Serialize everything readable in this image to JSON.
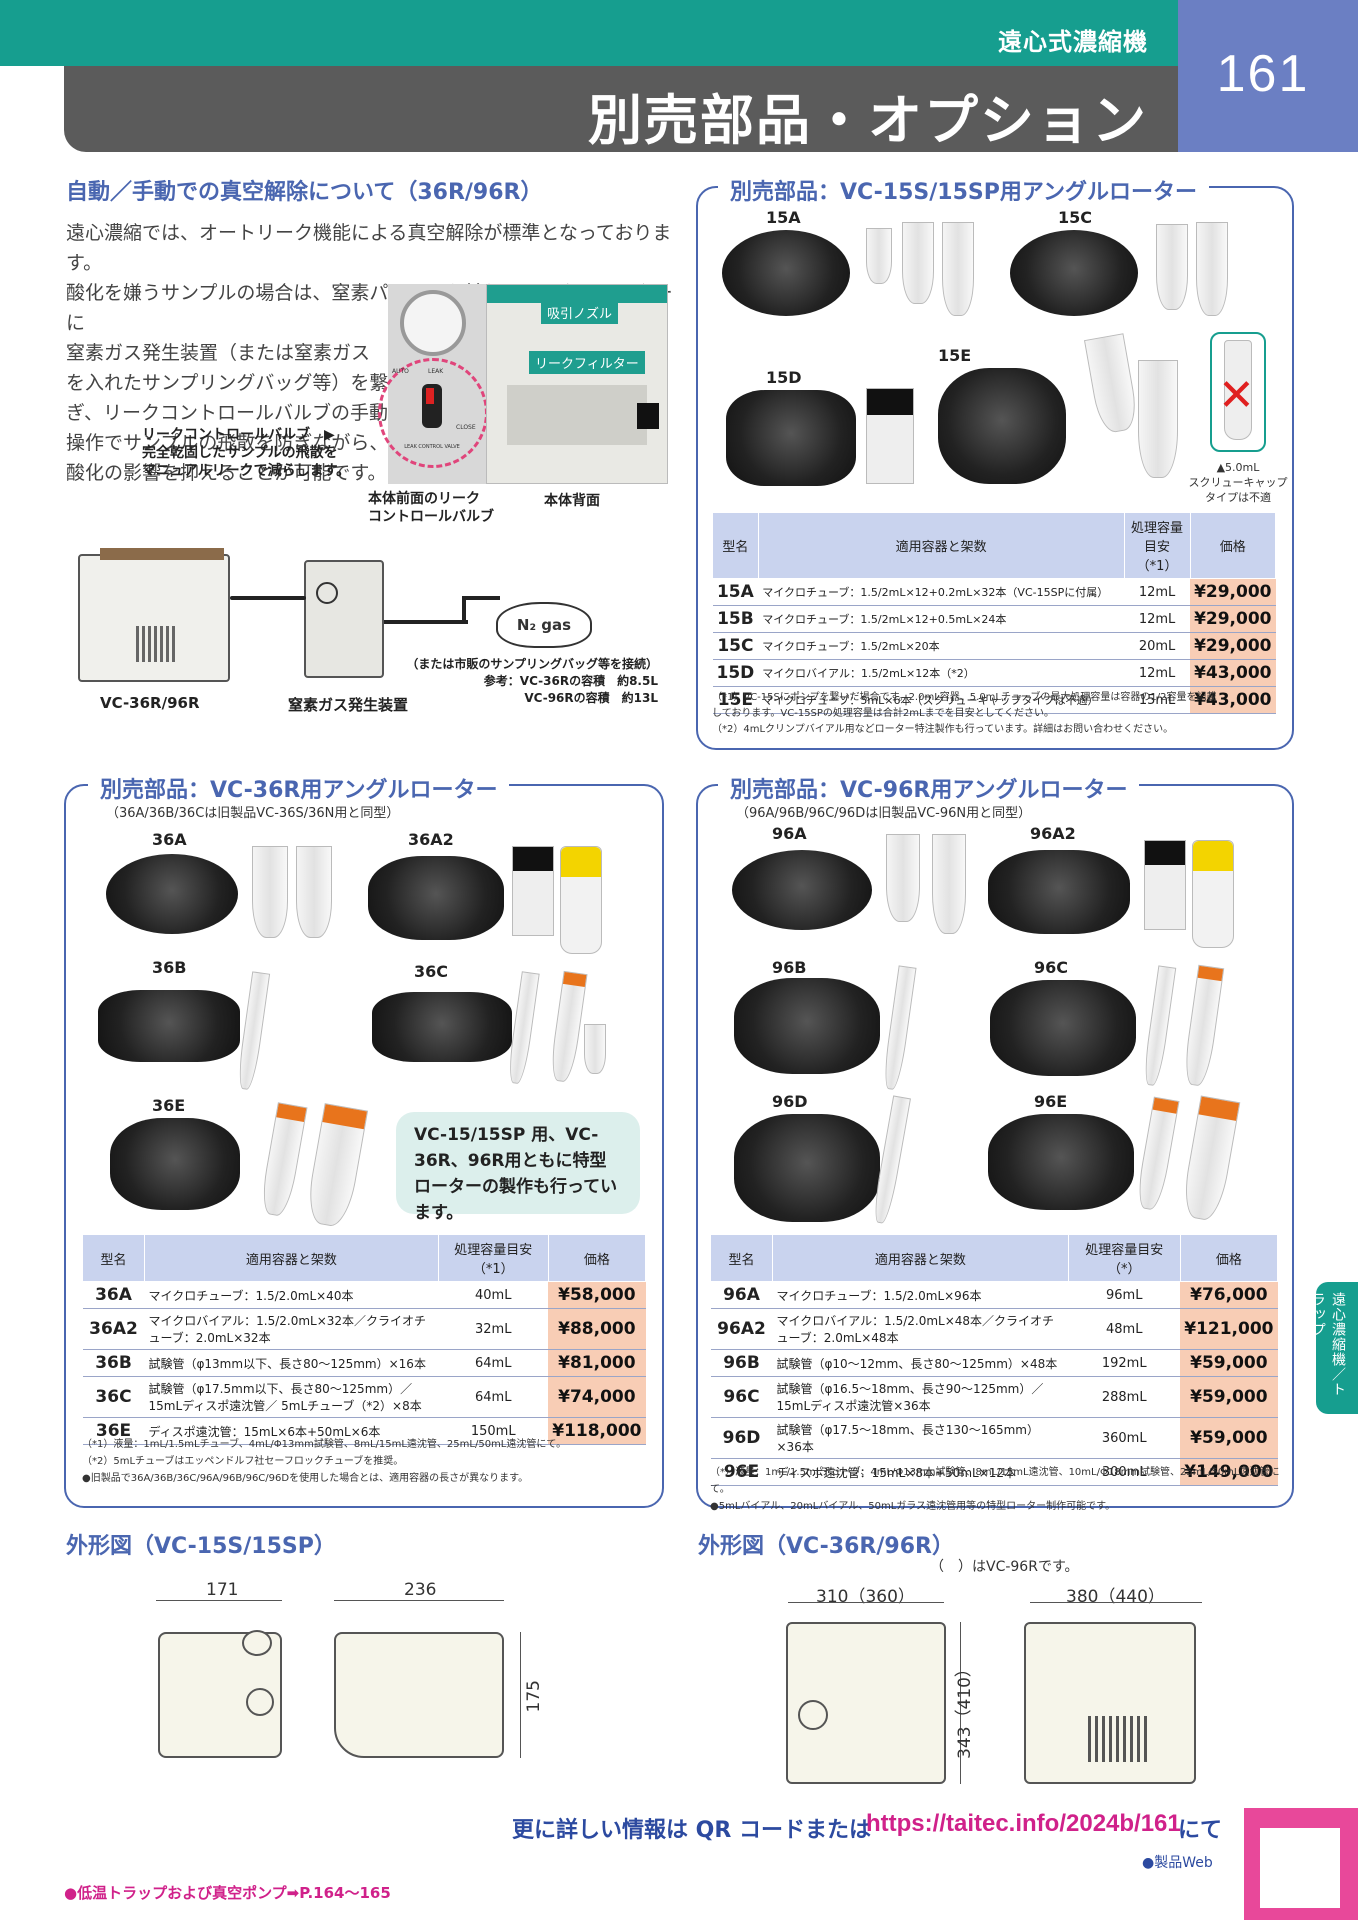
{
  "header": {
    "category": "遠心式濃縮機",
    "title": "別売部品・オプション",
    "page": "161"
  },
  "vacuum": {
    "heading": "自動／手動での真空解除について（36R/96R）",
    "paragraph": [
      "遠心濃縮では、オートリーク機能による真空解除が標準となっております。",
      "酸化を嫌うサンプルの場合は、窒素パージ口を兼ねたリークフィルターに",
      "窒素ガス発生装置（または窒素ガス",
      "を入れたサンプリングバッグ等）を繋",
      "ぎ、リークコントロールバルブの手動",
      "操作でサンプルの飛散を防ぎながら、",
      "酸化の影響を抑えることが可能です。"
    ],
    "callout": [
      "リークコントロールバルブ　▶",
      "完全乾固したサンプルの飛散を",
      "マニュアルリークで減らします。"
    ],
    "gauge_labels": [
      "AUTO",
      "LEAK",
      "CLOSE",
      "LEAK CONTROL VALVE"
    ],
    "tag_nozzle": "吸引ノズル",
    "tag_filter": "リークフィルター",
    "cap_front": [
      "本体前面のリーク",
      "コントロールバルブ"
    ],
    "cap_back": "本体背面",
    "label_unit": "VC-36R/96R",
    "label_n2gen": "窒素ガス発生装置",
    "n2": "N₂ gas",
    "n2_note": [
      "（または市販のサンプリングバッグ等を接続）",
      "参考：VC-36Rの容積　約8.5L",
      "VC-96Rの容積　約13L"
    ]
  },
  "rotor15": {
    "title": "別売部品：VC-15S/15SP用アングルローター",
    "labels": [
      "15A",
      "15C",
      "15D",
      "15E"
    ],
    "nocap_note": [
      "▲5.0mL",
      "スクリューキャップ",
      "タイプは不適"
    ],
    "headers": [
      "型名",
      "適用容器と架数",
      "処理容量目安（*1）",
      "価格"
    ],
    "rows": [
      {
        "model": "15A",
        "desc": "マイクロチューブ：1.5/2mL×12+0.2mL×32本（VC-15SPに付属）",
        "cap": "12mL",
        "price": "¥29,000"
      },
      {
        "model": "15B",
        "desc": "マイクロチューブ：1.5/2mL×12+0.5mL×24本",
        "cap": "12mL",
        "price": "¥29,000"
      },
      {
        "model": "15C",
        "desc": "マイクロチューブ：1.5/2mL×20本",
        "cap": "20mL",
        "price": "¥29,000"
      },
      {
        "model": "15D",
        "desc": "マイクロバイアル：1.5/2mL×12本（*2）",
        "cap": "12mL",
        "price": "¥43,000"
      },
      {
        "model": "15E",
        "desc": "マイクロチューブ：5mL×6本（スクリューキャップタイプは不適）",
        "cap": "15mL",
        "price": "¥43,000"
      }
    ],
    "notes": [
      "（*1）VC-15Sにポンプを繋いだ場合です。2.0mL容器、5.0mLチューブの最大処理容量は容器の1/2容量を記載",
      "しております。VC-15SPの処理容量は合計2mLまでを目安としてください。",
      "（*2）4mLクリンプバイアル用などローター特注製作も行っています。詳細はお問い合わせください。"
    ]
  },
  "rotor36": {
    "title": "別売部品：VC-36R用アングルローター",
    "subtitle": "（36A/36B/36Cは旧製品VC-36S/36N用と同型）",
    "labels": [
      "36A",
      "36A2",
      "36B",
      "36C",
      "36E"
    ],
    "bubble": "VC-15/15SP 用、VC-36R、96R用ともに特型ローターの製作も行っています。",
    "headers": [
      "型名",
      "適用容器と架数",
      "処理容量目安（*1）",
      "価格"
    ],
    "rows": [
      {
        "model": "36A",
        "desc": "マイクロチューブ：1.5/2.0mL×40本",
        "cap": "40mL",
        "price": "¥58,000"
      },
      {
        "model": "36A2",
        "desc": "マイクロバイアル：1.5/2.0mL×32本／クライオチューブ：2.0mL×32本",
        "cap": "32mL",
        "price": "¥88,000"
      },
      {
        "model": "36B",
        "desc": "試験管（φ13mm以下、長さ80～125mm）×16本",
        "cap": "64mL",
        "price": "¥81,000"
      },
      {
        "model": "36C",
        "desc": "試験管（φ17.5mm以下、長さ80～125mm）／15mLディスポ遠沈管／ 5mLチューブ（*2）×8本",
        "cap": "64mL",
        "price": "¥74,000"
      },
      {
        "model": "36E",
        "desc": "ディスポ遠沈管：15mL×6本+50mL×6本",
        "cap": "150mL",
        "price": "¥118,000"
      }
    ],
    "notes": [
      "（*1）液量：1mL/1.5mLチューブ、4mL/Φ13mm試験管、8mL/15mL遠沈管、25mL/50mL遠沈管にて。",
      "（*2）5mLチューブはエッペンドルフ社セーフロックチューブを推奨。",
      "●旧製品で36A/36B/36C/96A/96B/96C/96Dを使用した場合とは、適用容器の長さが異なります。"
    ]
  },
  "rotor96": {
    "title": "別売部品：VC-96R用アングルローター",
    "subtitle": "（96A/96B/96C/96Dは旧製品VC-96N用と同型）",
    "labels": [
      "96A",
      "96A2",
      "96B",
      "96C",
      "96D",
      "96E"
    ],
    "headers": [
      "型名",
      "適用容器と架数",
      "処理容量目安（*）",
      "価格"
    ],
    "rows": [
      {
        "model": "96A",
        "desc": "マイクロチューブ：1.5/2.0mL×96本",
        "cap": "96mL",
        "price": "¥76,000"
      },
      {
        "model": "96A2",
        "desc": "マイクロバイアル：1.5/2.0mL×48本／クライオチューブ：2.0mL×48本",
        "cap": "48mL",
        "price": "¥121,000"
      },
      {
        "model": "96B",
        "desc": "試験管（φ10～12mm、長さ80～125mm）×48本",
        "cap": "192mL",
        "price": "¥59,000"
      },
      {
        "model": "96C",
        "desc": "試験管（φ16.5～18mm、長さ90～125mm）／15mLディスポ遠沈管×36本",
        "cap": "288mL",
        "price": "¥59,000"
      },
      {
        "model": "96D",
        "desc": "試験管（φ17.5～18mm、長さ130～165mm）×36本",
        "cap": "360mL",
        "price": "¥59,000"
      },
      {
        "model": "96E",
        "desc": "ディスポ遠沈管：15mL×8本+50mL×12本",
        "cap": "300mL",
        "price": "¥149,000"
      }
    ],
    "notes": [
      "（*）液量：1mL/1.5mLチューブ、4mL/Φ13mm試験管、8mL/15mL遠沈管、10mL/Φ18mm試験管、25mL/50mL遠沈管にて。",
      "●5mLバイアル、20mLバイアル、50mLガラス遠沈管用等の特型ローター制作可能です。"
    ]
  },
  "dims15": {
    "heading": "外形図（VC-15S/15SP）",
    "w": "171",
    "d": "236",
    "h": "175"
  },
  "dims36": {
    "heading": "外形図（VC-36R/96R）",
    "note": "（　）はVC-96Rです。",
    "w": "310（360）",
    "d": "380（440）",
    "h": "343（410）"
  },
  "footer": {
    "more": "更に詳しい情報は QR コードまたは",
    "url": "https://taitec.info/2024b/161",
    "ni": "にて",
    "web": "●製品Web",
    "link": "●低温トラップおよび真空ポンプ➡P.164～165"
  },
  "sidetab": "遠心濃縮機／トラップ"
}
